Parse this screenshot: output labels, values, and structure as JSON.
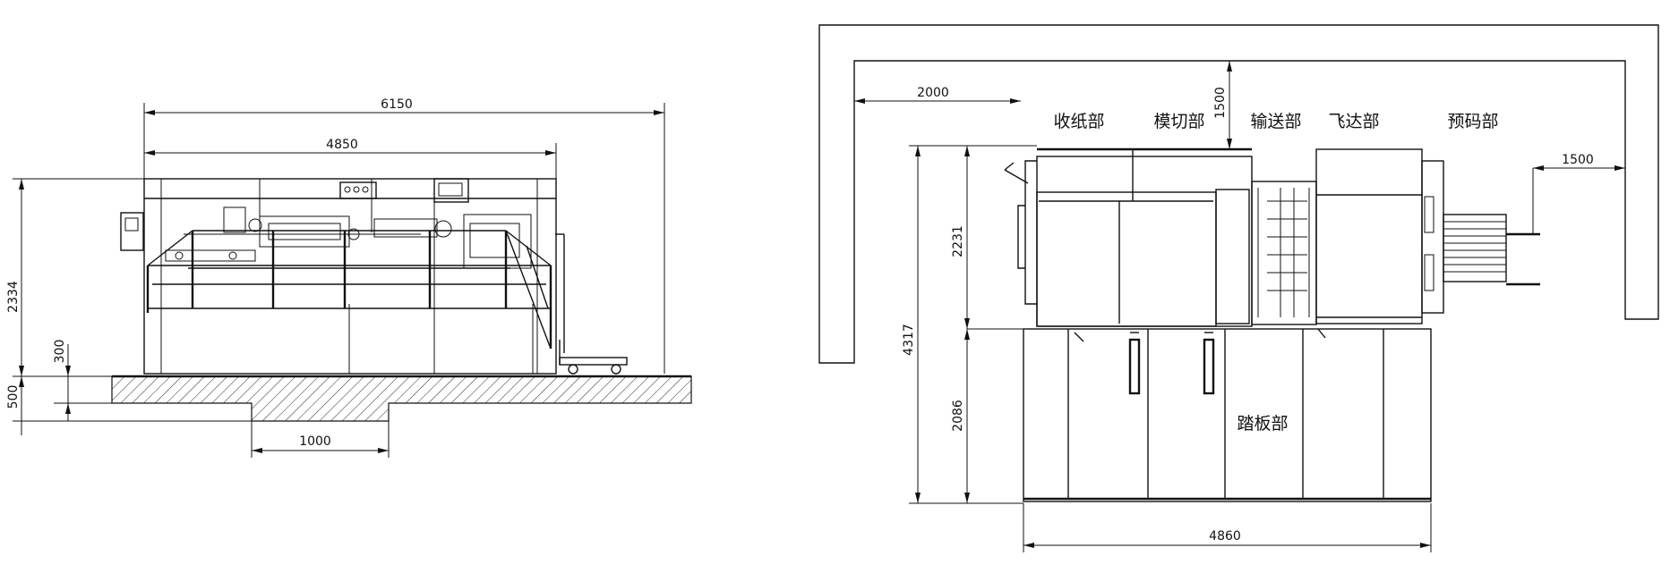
{
  "side_view": {
    "dimensions": {
      "overall_length": "6150",
      "machine_length": "4850",
      "height": "2334",
      "pit_depth": "300",
      "foundation_depth": "500",
      "pit_width": "1000"
    }
  },
  "plan_view": {
    "dimensions": {
      "rear_clearance": "2000",
      "top_clearance": "1500",
      "right_clearance": "1500",
      "upper_depth": "2231",
      "total_depth": "4317",
      "lower_depth": "2086",
      "width": "4860"
    },
    "sections": {
      "delivery": "收纸部",
      "die_cutting": "模切部",
      "transfer": "输送部",
      "feeder": "飞达部",
      "pre_feeder": "预码部",
      "platform": "踏板部"
    }
  },
  "colors": {
    "line": "#111111",
    "background": "#ffffff"
  }
}
